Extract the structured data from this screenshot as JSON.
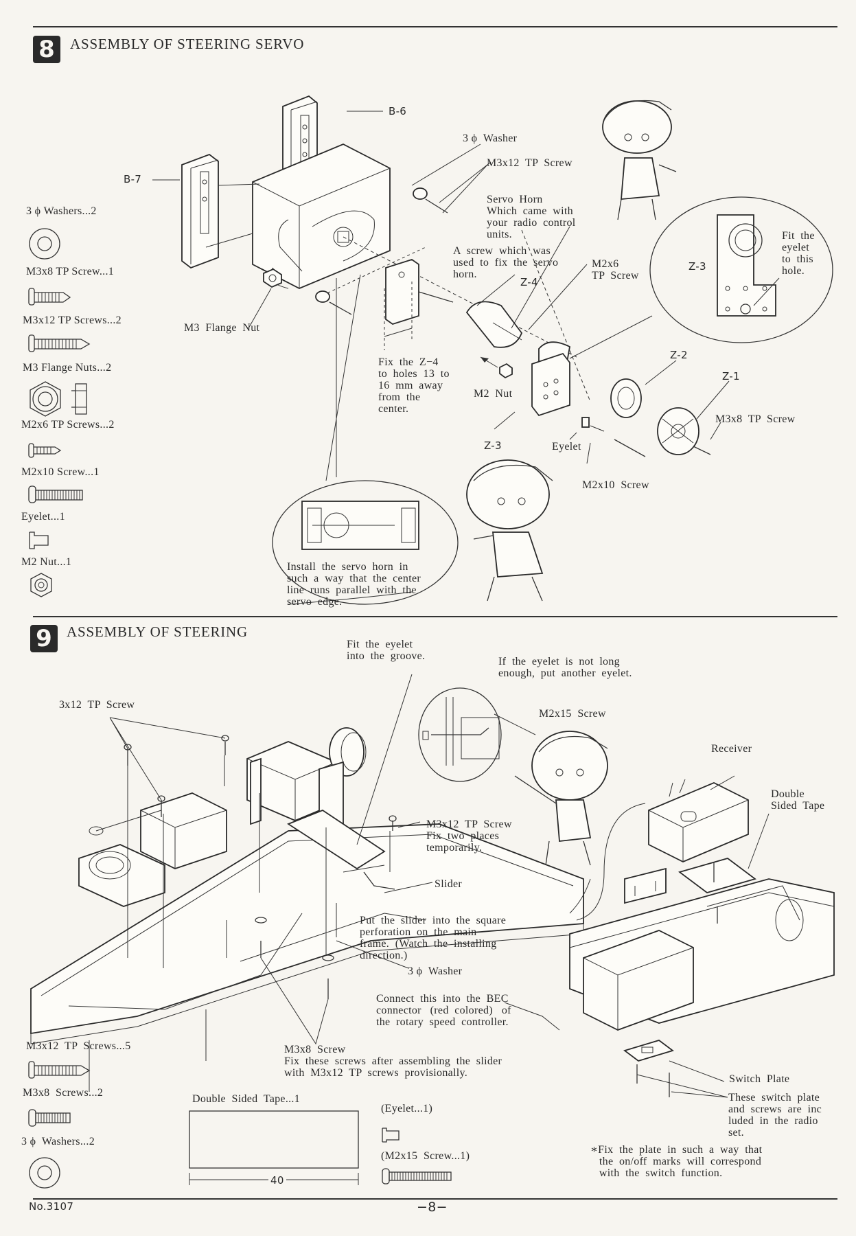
{
  "section8": {
    "number": "8",
    "title": "ASSEMBLY OF STEERING SERVO",
    "parts_list": [
      {
        "label": "3 ϕ Washers...2",
        "icon": "washer-icon"
      },
      {
        "label": "M3x8 TP Screw...1",
        "icon": "short-screw-icon"
      },
      {
        "label": "M3x12 TP Screws...2",
        "icon": "long-screw-icon"
      },
      {
        "label": "M3 Flange Nuts...2",
        "icon": "flange-nut-icon"
      },
      {
        "label": "M2x6 TP Screws...2",
        "icon": "small-screw-icon"
      },
      {
        "label": "M2x10 Screw...1",
        "icon": "machine-screw-icon"
      },
      {
        "label": "Eyelet...1",
        "icon": "eyelet-icon"
      },
      {
        "label": "M2 Nut...1",
        "icon": "hex-nut-icon"
      }
    ],
    "labels": {
      "b6": "B-6",
      "b7": "B-7",
      "washer": "3 ϕ  Washer",
      "m3x12": "M3x12  TP  Screw",
      "servo_horn": "Servo  Horn\nWhich  came  with\nyour  radio  control\nunits.",
      "screw_note": "A  screw  which  was\nused  to  fix  the  servo\nhorn.",
      "m2x6": "M2x6\nTP  Screw",
      "z4": "Z-4",
      "z3_detail": "Z-3",
      "fit_eyelet_hole": "Fit  the\neyelet\nto  this\nhole.",
      "flange_nut": "M3  Flange  Nut",
      "fix_z4": "Fix  the  Z−4\nto  holes  13  to\n16  mm  away\nfrom  the\ncenter.",
      "m2_nut": "M2  Nut",
      "z2": "Z-2",
      "z1": "Z-1",
      "m3x8": "M3x8  TP  Screw",
      "z3": "Z-3",
      "eyelet": "Eyelet",
      "m2x10": "M2x10  Screw",
      "install_horn": "Install  the  servo  horn  in\nsuch  a  way  that  the  center\nline  runs  parallel  with  the\nservo  edge."
    }
  },
  "section9": {
    "number": "9",
    "title": "ASSEMBLY OF STEERING",
    "parts_list": [
      {
        "label": "M3x12  TP  Screws...5",
        "icon": "long-screw-icon"
      },
      {
        "label": "M3x8  Screws...2",
        "icon": "machine-screw-icon"
      },
      {
        "label": "3 ϕ  Washers...2",
        "icon": "washer-icon"
      }
    ],
    "labels": {
      "fit_groove": "Fit  the  eyelet\ninto  the  groove.",
      "eyelet_long": "If  the  eyelet  is  not  long\nenough,  put  another  eyelet.",
      "tp3x12": "3x12  TP  Screw",
      "m2x15": "M2x15  Screw",
      "receiver": "Receiver",
      "double_sided": "Double\nSided  Tape",
      "m3x12_fix": "M3x12  TP  Screw\nFix  two  places\ntemporarily.",
      "slider": "Slider",
      "put_slider": "Put  the  slider  into  the  square\nperforation  on  the  main\nframe.  (Watch  the  installing\ndirection.)",
      "washer": "3 ϕ  Washer",
      "bec": "Connect  this  into  the  BEC\nconnector   (red  colored)   of\nthe  rotary  speed  controller.",
      "m3x8_fix": "M3x8  Screw\nFix  these  screws  after  assembling  the  slider\nwith  M3x12  TP  screws  provisionally.",
      "switch_plate": "Switch  Plate",
      "switch_note": "These  switch  plate\nand  screws  are  inc\nluded  in  the  radio\nset.",
      "fix_plate": "∗Fix  the  plate  in  such  a  way  that\n   the  on/off  marks  will  correspond\n   with  the  switch  function.",
      "tape_label": "Double  Sided  Tape...1",
      "tape_dim": "40",
      "eyelet_extra": "(Eyelet...1)",
      "m2x15_extra": "(M2x15  Screw...1)"
    }
  },
  "footer": {
    "model": "No.3107",
    "page": "−8−"
  }
}
